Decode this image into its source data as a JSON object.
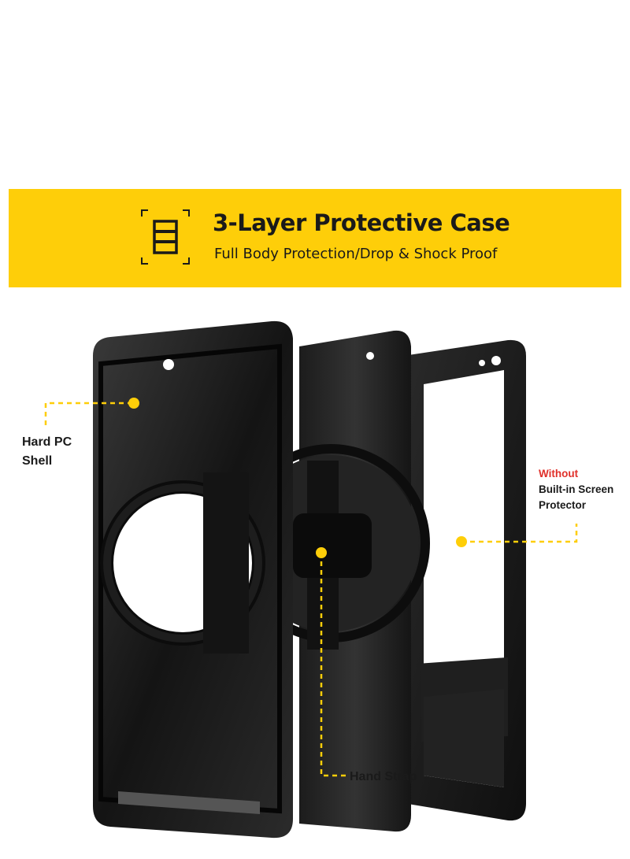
{
  "banner": {
    "title": "3-Layer Protective Case",
    "subtitle": "Full Body Protection/Drop & Shock Proof",
    "icon": "layers-icon",
    "background_color": "#fece09"
  },
  "callouts": {
    "hard_pc_shell": {
      "line1": "Hard PC",
      "line2": "Shell"
    },
    "screen_protector": {
      "line1": "Without",
      "line2": "Built-in Screen",
      "line3": "Protector",
      "highlight_color": "#e0302a"
    },
    "hand_strap": {
      "label": "Hand Strap"
    }
  },
  "accent_color": "#fece09"
}
